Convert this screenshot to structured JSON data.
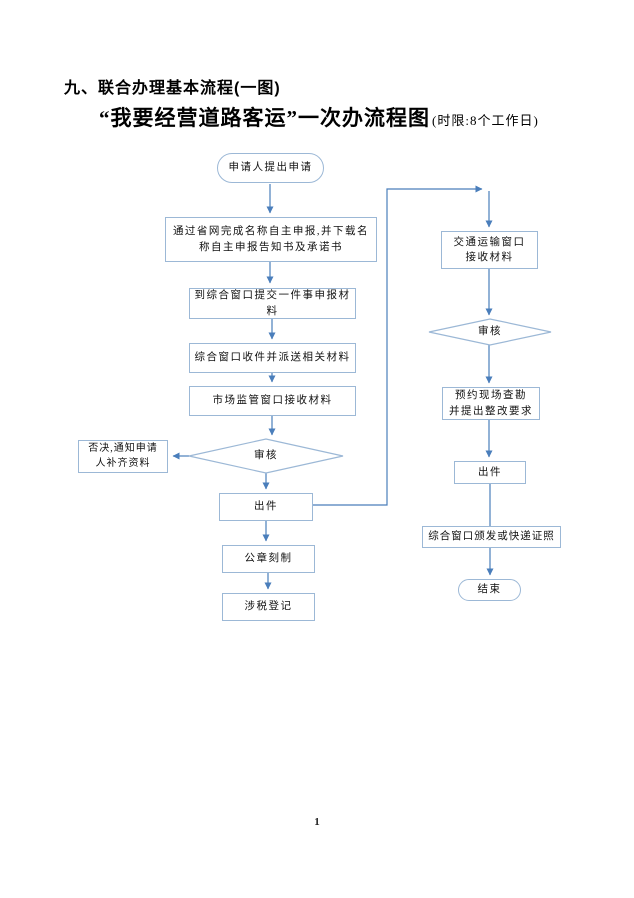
{
  "document": {
    "heading": "九、联合办理基本流程(一图)",
    "subtitle": "“我要经营道路客运”一次办流程图",
    "subtitle_note": "(时限:8个工作日)",
    "page_number": "1"
  },
  "flowchart": {
    "nodes": {
      "start": "申请人提出申请",
      "online_declare": "通过省网完成名称自主申报,并下载名\n称自主申报告知书及承诺书",
      "submit_materials": "到综合窗口提交一件事申报材\n料",
      "dispatch": "综合窗口收件并派送相关材料",
      "market_reception": "市场监管窗口接收材料",
      "review_left": "审核",
      "reject_notice": "否决,通知申请\n人补齐资料",
      "issue_left": "出件",
      "seal_carving": "公章刻制",
      "tax_registration": "涉税登记",
      "transport_reception": "交通运输窗口\n接收材料",
      "review_right": "审核",
      "site_survey": "预约现场查勘\n并提出整改要求",
      "issue_right": "出件",
      "license_delivery": "综合窗口颁发或快递证照",
      "end": "结束"
    },
    "colors": {
      "node_border": "#9cb8d6",
      "connector": "#4a7ebb",
      "text": "#111111"
    }
  }
}
